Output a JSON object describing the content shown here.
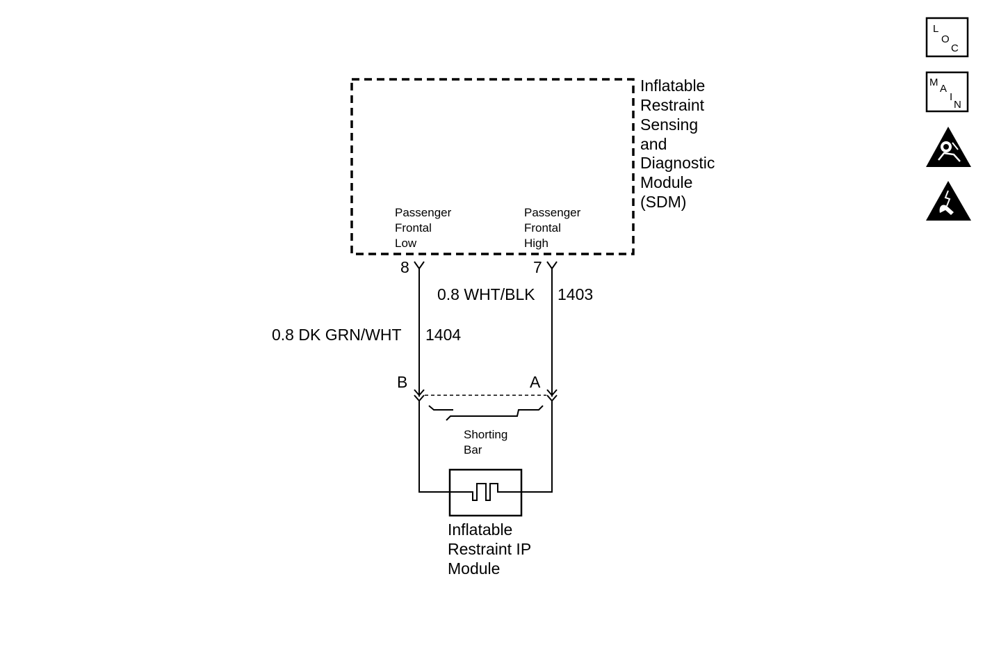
{
  "sdm": {
    "label_lines": [
      "Inflatable",
      "Restraint",
      "Sensing",
      "and",
      "Diagnostic",
      "Module",
      "(SDM)"
    ],
    "pin_low": {
      "label_lines": [
        "Passenger",
        "Frontal",
        "Low"
      ],
      "number": "8"
    },
    "pin_high": {
      "label_lines": [
        "Passenger",
        "Frontal",
        "High"
      ],
      "number": "7"
    }
  },
  "wires": {
    "low": {
      "spec": "0.8 DK GRN/WHT",
      "circuit": "1404"
    },
    "high": {
      "spec": "0.8 WHT/BLK",
      "circuit": "1403"
    }
  },
  "connector": {
    "terminal_low": "B",
    "terminal_high": "A",
    "shorting_bar_lines": [
      "Shorting",
      "Bar"
    ]
  },
  "module": {
    "label_lines": [
      "Inflatable",
      "Restraint IP",
      "Module"
    ]
  },
  "side_icons": {
    "loc": {
      "letters": [
        "L",
        "O",
        "C"
      ],
      "icon": "location-icon"
    },
    "main": {
      "letters": [
        "M",
        "A",
        "I",
        "N"
      ],
      "icon": "main-icon"
    },
    "airbag_warning": {
      "icon": "airbag-warning-icon"
    },
    "esd_warning": {
      "icon": "esd-warning-icon"
    }
  }
}
